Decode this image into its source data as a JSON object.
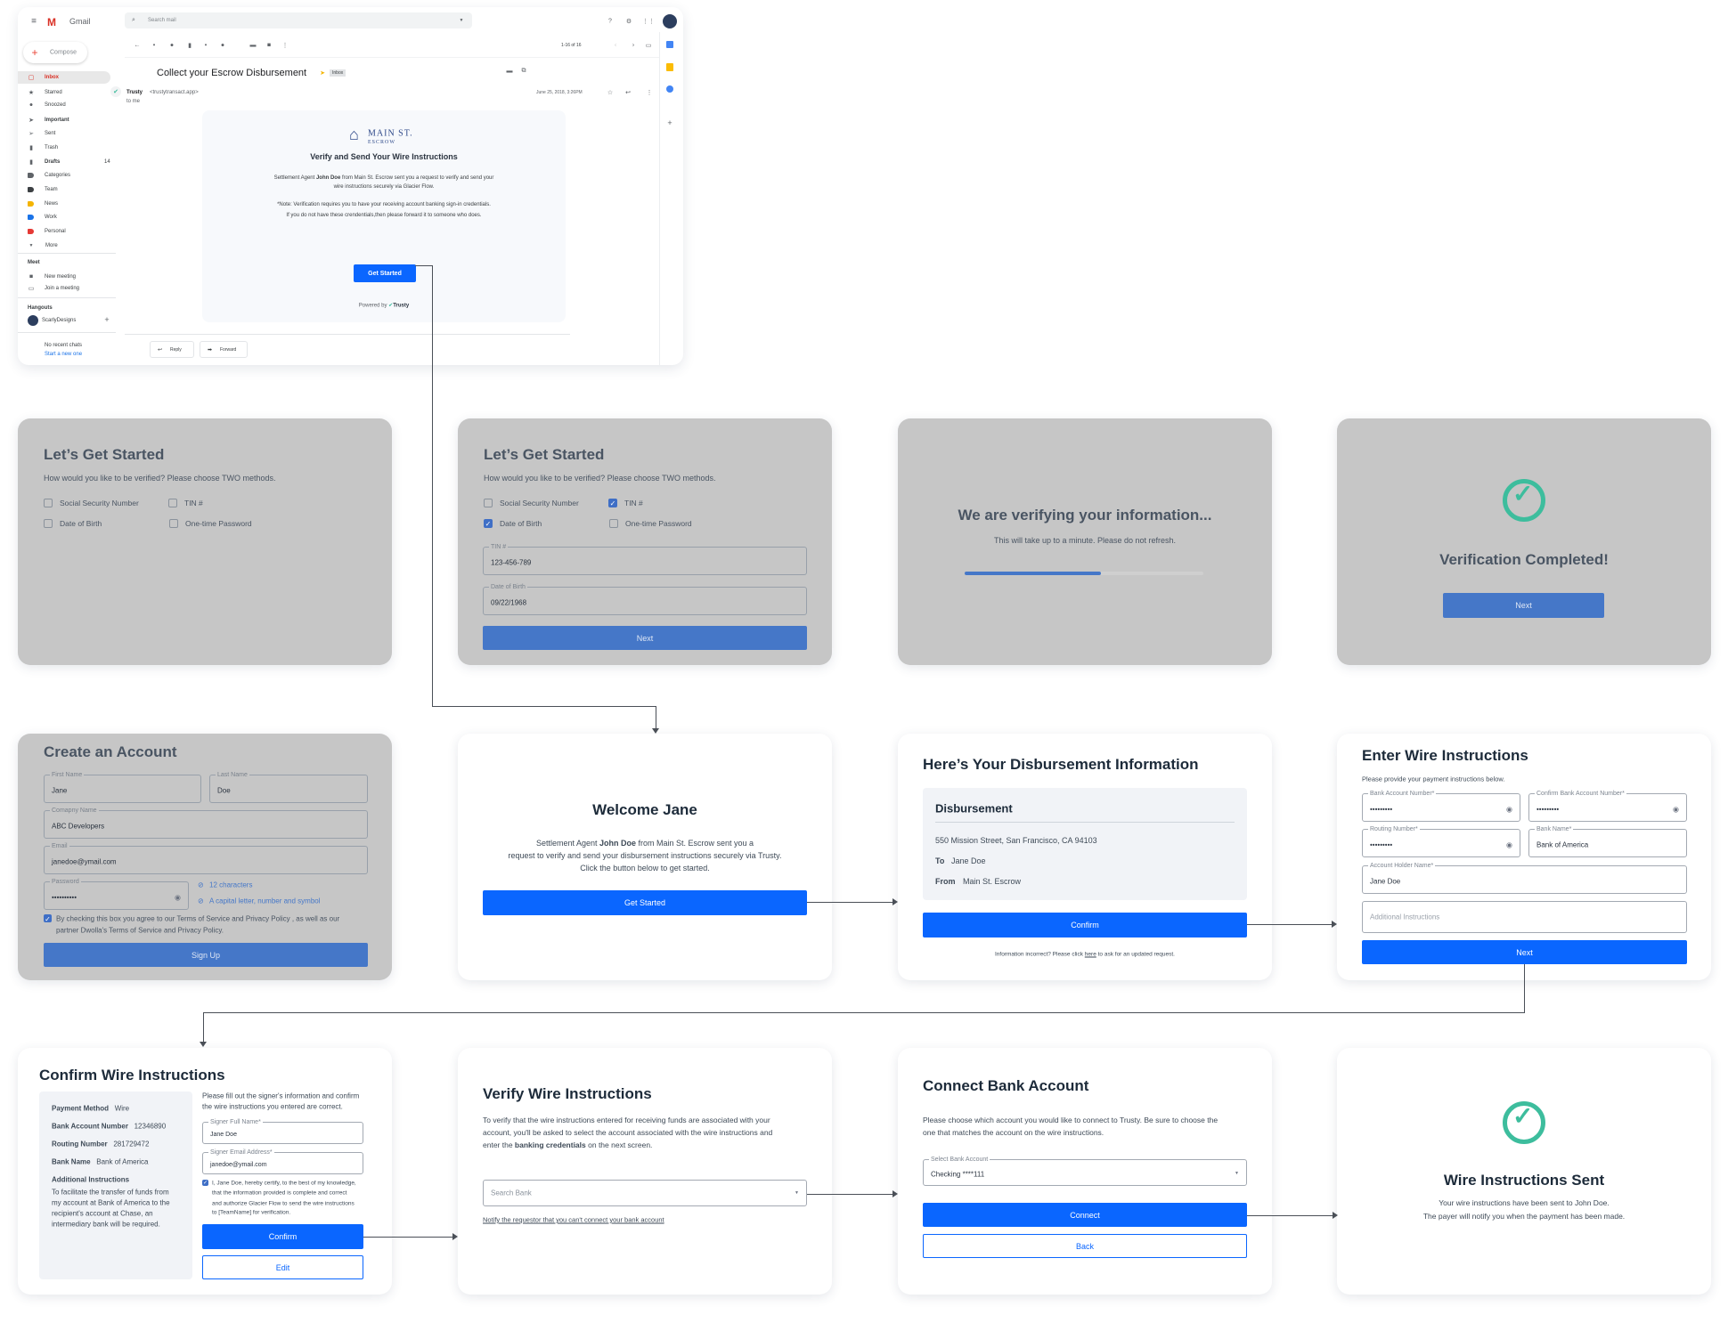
{
  "gmail": {
    "app_name": "Gmail",
    "search_placeholder": "Search mail",
    "compose": "Compose",
    "sidebar": [
      {
        "label": "Inbox",
        "icon": "inbox-icon"
      },
      {
        "label": "Starred",
        "icon": "star-icon"
      },
      {
        "label": "Snoozed",
        "icon": "clock-icon"
      },
      {
        "label": "Important",
        "icon": "important-icon"
      },
      {
        "label": "Sent",
        "icon": "send-icon"
      },
      {
        "label": "Trash",
        "icon": "trash-icon"
      },
      {
        "label": "Drafts",
        "icon": "draft-icon",
        "count": "14"
      },
      {
        "label": "Categories",
        "icon": "label-icon"
      },
      {
        "label": "Team",
        "icon": "label-icon"
      },
      {
        "label": "News",
        "icon": "label-icon",
        "color": "#f4b400"
      },
      {
        "label": "Work",
        "icon": "label-icon",
        "color": "#1a73e8"
      },
      {
        "label": "Personal",
        "icon": "label-icon",
        "color": "#e53935"
      },
      {
        "label": "More",
        "icon": "chevron-down-icon"
      }
    ],
    "meet": {
      "heading": "Meet",
      "new_meeting": "New meeting",
      "join": "Join a meeting"
    },
    "hangouts": {
      "heading": "Hangouts",
      "user": "ScarlyDesigns",
      "no_chats": "No recent chats",
      "start_new": "Start a new one"
    },
    "pagination": "1-16 of 16",
    "subject": "Collect your Escrow Disbursement",
    "inbox_badge": "Inbox",
    "sender_name": "Trusty",
    "sender_email": "<trustytransact.app>",
    "to": "to me",
    "date": "June 25, 2018, 3:26PM",
    "email": {
      "logo_main": "MAIN ST.",
      "logo_sub": "ESCROW",
      "title": "Verify and Send Your Wire Instructions",
      "body_1a": "Settlement Agent ",
      "body_1b": "John Doe",
      "body_1c": " from Main St. Escrow sent you a request to verify and send your",
      "body_2": "wire instructions securely via Glacier Flow.",
      "note_1": "*Note: Verification requires you to have your receiving account banking sign-in credentials.",
      "note_2": "If you do not have these crendentials,then please forward it to someone who does.",
      "button": "Get Started",
      "powered_by": "Powered by",
      "brand": "Trusty"
    },
    "reply": "Reply",
    "forward": "Forward"
  },
  "screens": {
    "start_empty": {
      "title": "Let’s Get Started",
      "subtitle": "How would you like to be verified? Please choose TWO methods.",
      "options": [
        "Social Security Number",
        "TIN #",
        "Date of Birth",
        "One-time Password"
      ]
    },
    "start_filled": {
      "title": "Let’s Get Started",
      "subtitle": "How would you like to be verified? Please choose TWO methods.",
      "options": [
        "Social Security Number",
        "TIN #",
        "Date of Birth",
        "One-time Password"
      ],
      "checked": [
        false,
        true,
        true,
        false
      ],
      "tin_label": "TIN #",
      "tin_value": "123-456-789",
      "dob_label": "Date of Birth",
      "dob_value": "09/22/1968",
      "button": "Next"
    },
    "verifying": {
      "title": "We are verifying your information...",
      "subtitle": "This will take up to a minute. Please do not refresh.",
      "progress": 0.57
    },
    "verified": {
      "title": "Verification Completed!",
      "button": "Next"
    },
    "create_account": {
      "title": "Create an Account",
      "first_name_label": "First Name",
      "first_name": "Jane",
      "last_name_label": "Last Name",
      "last_name": "Doe",
      "company_label": "Comapny Name",
      "company": "ABC Developers",
      "email_label": "Email",
      "email": "janedoe@ymail.com",
      "password_label": "Password",
      "password": "••••••••••",
      "hint_1": "12 characters",
      "hint_2": "A capital letter, number and symbol",
      "terms_1": "By checking this box you agree to our Terms of Service and Privacy Policy , as well as our",
      "terms_2": "partner Dwolla's Terms of Service and Privacy Policy.",
      "button": "Sign Up"
    },
    "welcome": {
      "title": "Welcome Jane",
      "line_1a": "Settlement Agent ",
      "line_1b": "John Doe",
      "line_1c": " from Main St. Escrow sent you a",
      "line_2": "request to verify and send your disbursement instructions securely via Trusty.",
      "line_3": "Click the button below to get started.",
      "button": "Get Started"
    },
    "disbursement": {
      "title": "Here’s Your Disbursement Information",
      "box_title": "Disbursement",
      "address": "550 Mission Street, San Francisco, CA 94103",
      "to_label": "To",
      "to": "Jane Doe",
      "from_label": "From",
      "from": "Main St. Escrow",
      "button": "Confirm",
      "footer_1": "Information incorrect? Please click ",
      "footer_link": "here",
      "footer_2": " to ask for an updated request."
    },
    "enter_wire": {
      "title": "Enter Wire Instructions",
      "subtitle": "Please provide your payment instructions below.",
      "account_label": "Bank Account Number*",
      "account": "•••••••••",
      "confirm_label": "Confirm Bank Account Number*",
      "confirm": "•••••••••",
      "routing_label": "Routing Number*",
      "routing": "•••••••••",
      "bank_label": "Bank Name*",
      "bank": "Bank of America",
      "holder_label": "Account Holder Name*",
      "holder": "Jane Doe",
      "additional_placeholder": "Additional Instructions",
      "button": "Next"
    },
    "confirm_wire": {
      "title": "Confirm Wire Instructions",
      "rows": [
        {
          "label": "Payment Method",
          "value": "Wire"
        },
        {
          "label": "Bank Account Number",
          "value": "12346890"
        },
        {
          "label": "Routing Number",
          "value": "281729472"
        },
        {
          "label": "Bank Name",
          "value": "Bank of America"
        }
      ],
      "additional_label": "Additional Instructions",
      "additional": [
        "To facilitate the transfer of funds from",
        "my account at Bank of America to the",
        "recipient's account at Chase, an",
        "intermediary bank will be required."
      ],
      "intro_1": "Please fill out the signer's information and confirm",
      "intro_2": "the wire instructions you entered are correct.",
      "signer_label": "Signer Full Name*",
      "signer": "Jane Doe",
      "signer_email_label": "Signer Email Address*",
      "signer_email": "janedoe@ymail.com",
      "certify": [
        "I, Jane Doe, hereby certify, to the best of my knowledge,",
        "that the information provided is complete and correct",
        "and authorize Glacier Flow to send the wire instructions",
        "to [TeamName] for verification."
      ],
      "confirm_button": "Confirm",
      "edit_button": "Edit"
    },
    "verify_wire": {
      "title": "Verify Wire Instructions",
      "line_1": "To verify that the wire instructions entered for receiving funds are associated with your",
      "line_2": "account, you'll be asked to select the account associated with the wire instructions and",
      "line_3a": "enter the ",
      "line_3b": "banking credentials",
      "line_3c": " on the next screen.",
      "search_placeholder": "Search Bank",
      "link": "Notify the requestor that you can't connect your bank account"
    },
    "connect_bank": {
      "title": "Connect Bank Account",
      "line_1": "Please choose which account you would like to connect to Trusty. Be sure to choose the",
      "line_2": "one that matches the account on the wire instructions.",
      "select_label": "Select Bank Account",
      "select_value": "Checking ****111",
      "connect_button": "Connect",
      "back_button": "Back"
    },
    "sent": {
      "title": "Wire Instructions Sent",
      "line_1": "Your wire instructions have been sent to John Doe.",
      "line_2": "The payer will notify you when the payment has been made."
    }
  },
  "colors": {
    "primary": "#0a66ff",
    "overlay_gray": "#c6c6c6",
    "success": "#3dbd9d"
  }
}
